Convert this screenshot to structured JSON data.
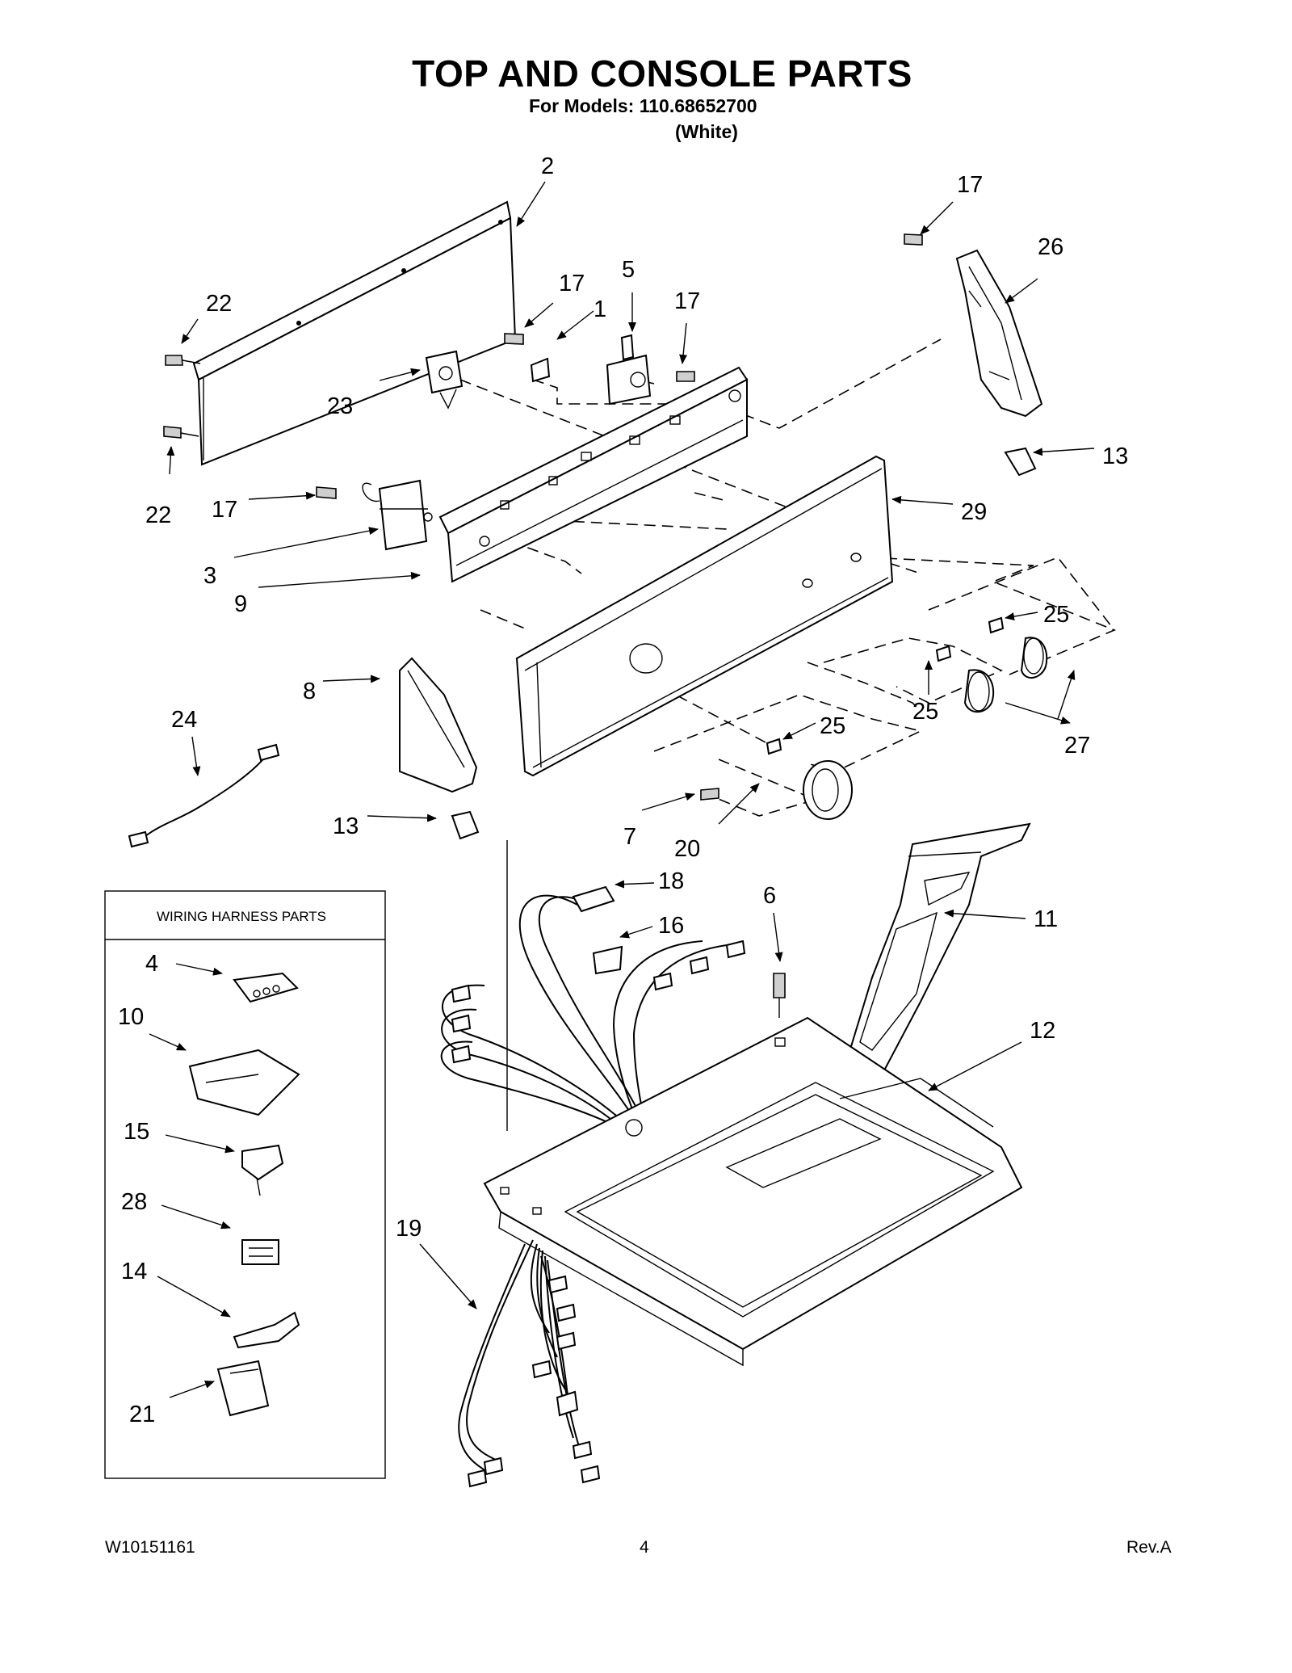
{
  "header": {
    "title": "TOP AND CONSOLE PARTS",
    "models": "For Models: 110.68652700",
    "variant": "(White)"
  },
  "harness_box": {
    "title": "WIRING HARNESS PARTS"
  },
  "callouts": {
    "c1": "1",
    "c2": "2",
    "c3": "3",
    "c4": "4",
    "c5": "5",
    "c6": "6",
    "c7": "7",
    "c8": "8",
    "c9": "9",
    "c10": "10",
    "c11": "11",
    "c12": "12",
    "c13": "13",
    "c14": "14",
    "c15": "15",
    "c16": "16",
    "c17": "17",
    "c18": "18",
    "c19": "19",
    "c20": "20",
    "c21": "21",
    "c22": "22",
    "c23": "23",
    "c24": "24",
    "c25": "25",
    "c26": "26",
    "c27": "27",
    "c28": "28",
    "c29": "29"
  },
  "footer": {
    "doc_number": "W10151161",
    "page": "4",
    "revision": "Rev.A"
  }
}
